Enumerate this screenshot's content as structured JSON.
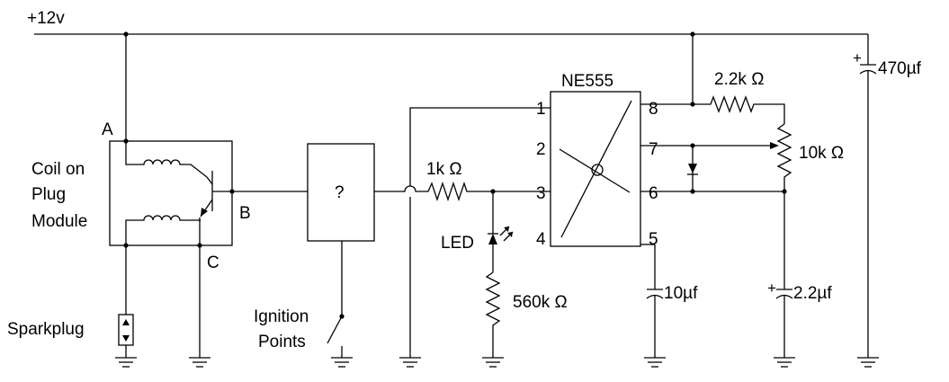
{
  "supply_label": "+12v",
  "coil_module": {
    "label_lines": [
      "Coil on",
      "Plug",
      "Module"
    ],
    "terminal_a": "A",
    "terminal_b": "B",
    "terminal_c": "C"
  },
  "sparkplug_label": "Sparkplug",
  "unknown_block_label": "?",
  "ignition_points_lines": [
    "Ignition",
    "Points"
  ],
  "ic": {
    "name": "NE555",
    "pins": [
      "1",
      "2",
      "3",
      "4",
      "5",
      "6",
      "7",
      "8"
    ]
  },
  "components": {
    "r_series": "1k Ω",
    "led": "LED",
    "r_led": "560k Ω",
    "c_pin5": "10µf",
    "r_top": "2.2k Ω",
    "pot": "10k Ω",
    "c_timing": "2.2µf",
    "c_supply": "470µf"
  },
  "polarity_mark": "+"
}
